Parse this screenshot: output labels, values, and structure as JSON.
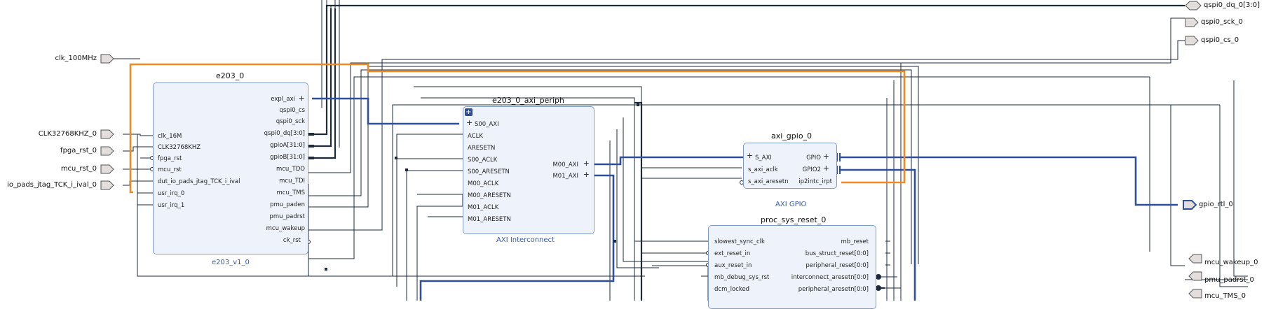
{
  "external_ports_left": [
    "clk_100MHz",
    "CLK32768KHZ_0",
    "fpga_rst_0",
    "mcu_rst_0",
    "io_pads_jtag_TCK_i_ival_0"
  ],
  "external_ports_right": [
    "qspi0_dq_0[3:0]",
    "qspi0_sck_0",
    "qspi0_cs_0",
    "gpio_rtl_0",
    "mcu_wakeup_0",
    "pmu_padrst_0",
    "mcu_TMS_0"
  ],
  "blocks": {
    "e203": {
      "name": "e203_0",
      "type": "e203_v1_0",
      "inputs": [
        "clk_16M",
        "CLK32768KHZ",
        "fpga_rst",
        "mcu_rst",
        "dut_io_pads_jtag_TCK_i_ival",
        "usr_irq_0",
        "usr_irq_1"
      ],
      "outputs": [
        "expl_axi",
        "qspi0_cs",
        "qspi0_sck",
        "qspi0_dq[3:0]",
        "gpioA[31:0]",
        "gpioB[31:0]",
        "mcu_TDO",
        "mcu_TDI",
        "mcu_TMS",
        "pmu_paden",
        "pmu_padrst",
        "mcu_wakeup",
        "ck_rst"
      ]
    },
    "axi_periph": {
      "name": "e203_0_axi_periph",
      "type": "AXI Interconnect",
      "inputs": [
        "S00_AXI",
        "ACLK",
        "ARESETN",
        "S00_ACLK",
        "S00_ARESETN",
        "M00_ACLK",
        "M00_ARESETN",
        "M01_ACLK",
        "M01_ARESETN"
      ],
      "outputs": [
        "M00_AXI",
        "M01_AXI"
      ]
    },
    "gpio": {
      "name": "axi_gpio_0",
      "type": "AXI GPIO",
      "inputs": [
        "S_AXI",
        "s_axi_aclk",
        "s_axi_aresetn"
      ],
      "outputs": [
        "GPIO",
        "GPIO2",
        "ip2intc_irpt"
      ]
    },
    "reset": {
      "name": "proc_sys_reset_0",
      "inputs": [
        "slowest_sync_clk",
        "ext_reset_in",
        "aux_reset_in",
        "mb_debug_sys_rst",
        "dcm_locked"
      ],
      "outputs": [
        "mb_reset",
        "bus_struct_reset[0:0]",
        "peripheral_reset[0:0]",
        "interconnect_aresetn[0:0]",
        "peripheral_aresetn[0:0]"
      ]
    }
  },
  "colors": {
    "wire": "#1c2a3a",
    "bus": "#2f4f9a",
    "highlight": "#f08a24",
    "block_fill": "#eef3fb",
    "block_border": "#7f9cc8",
    "port_fill": "#e3dedb"
  }
}
